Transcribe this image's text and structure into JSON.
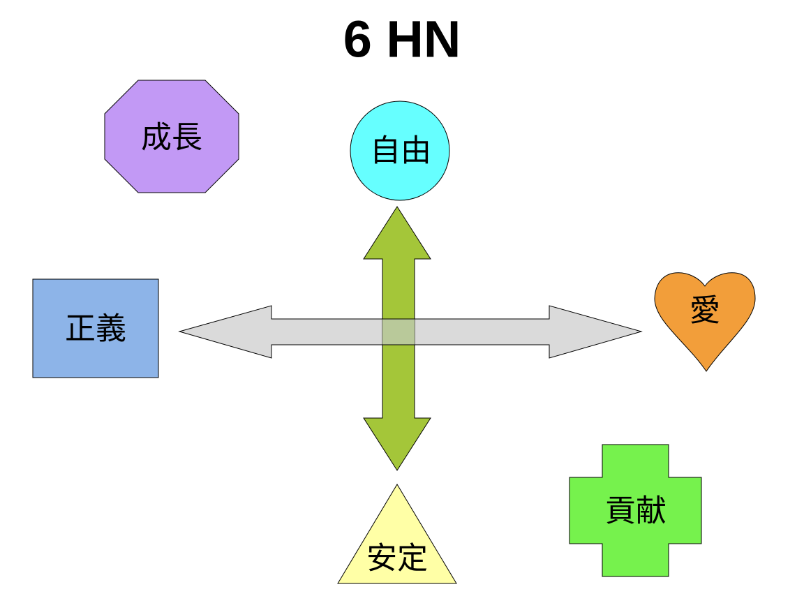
{
  "title": "6 HN",
  "needs": {
    "freedom": {
      "label": "自由",
      "color": "#66FFFF"
    },
    "growth": {
      "label": "成長",
      "color": "#C299F5"
    },
    "justice": {
      "label": "正義",
      "color": "#8DB4E8"
    },
    "love": {
      "label": "愛",
      "color": "#F29E3A"
    },
    "contribution": {
      "label": "貢献",
      "color": "#76F24D"
    },
    "stability": {
      "label": "安定",
      "color": "#FFFFA6"
    }
  },
  "arrows": {
    "vertical_color": "#A4C639",
    "horizontal_color": "#DADADA"
  }
}
